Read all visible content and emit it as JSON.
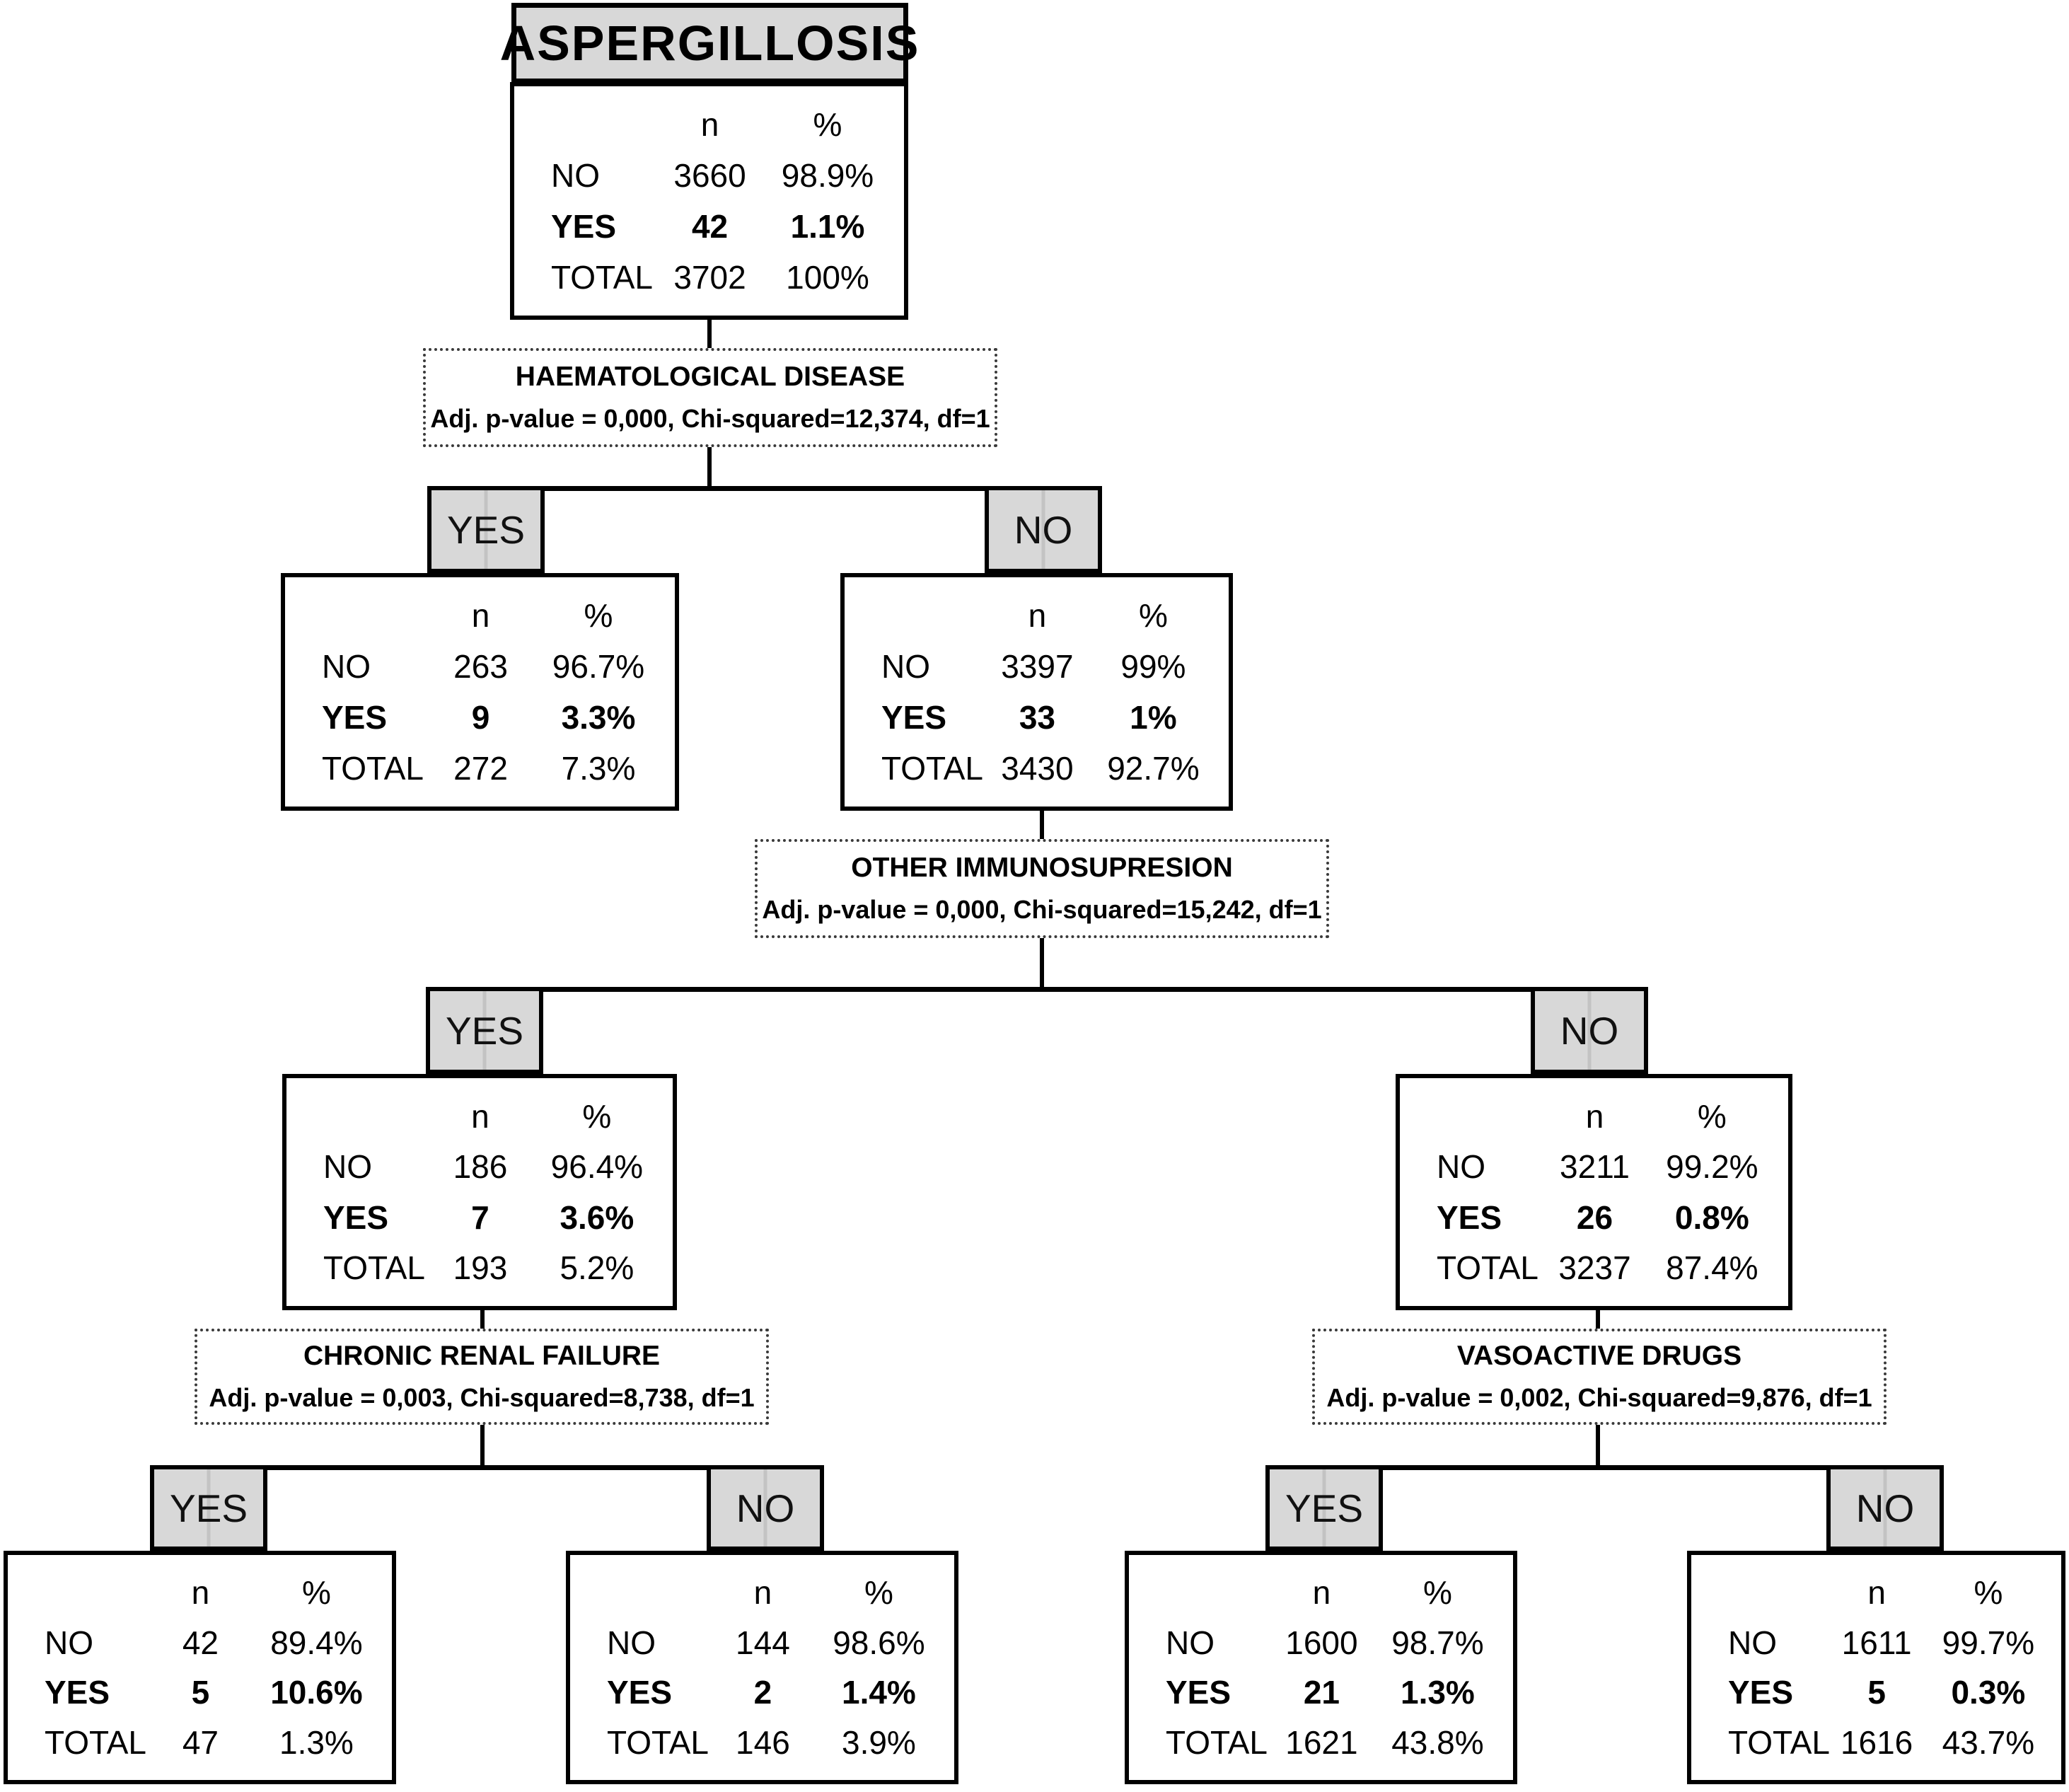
{
  "table_headers": {
    "n": "n",
    "pct": "%"
  },
  "root": {
    "title": "ASPERGILLOSIS",
    "rows": [
      {
        "label": "NO",
        "n": "3660",
        "pct": "98.9%"
      },
      {
        "label": "YES",
        "n": "42",
        "pct": "1.1%"
      },
      {
        "label": "TOTAL",
        "n": "3702",
        "pct": "100%"
      }
    ]
  },
  "splits": [
    {
      "variable": "HAEMATOLOGICAL DISEASE",
      "stats": "Adj. p-value = 0,000, Chi-squared=12,374, df=1"
    },
    {
      "variable": "OTHER IMMUNOSUPRESION",
      "stats": "Adj. p-value = 0,000, Chi-squared=15,242, df=1"
    },
    {
      "variable": "CHRONIC RENAL FAILURE",
      "stats": "Adj. p-value = 0,003, Chi-squared=8,738, df=1"
    },
    {
      "variable": "VASOACTIVE DRUGS",
      "stats": "Adj. p-value = 0,002, Chi-squared=9,876, df=1"
    }
  ],
  "nodes": [
    {
      "branch": "YES",
      "split": "HAEMATOLOGICAL DISEASE",
      "rows": [
        {
          "label": "NO",
          "n": "263",
          "pct": "96.7%"
        },
        {
          "label": "YES",
          "n": "9",
          "pct": "3.3%"
        },
        {
          "label": "TOTAL",
          "n": "272",
          "pct": "7.3%"
        }
      ]
    },
    {
      "branch": "NO",
      "split": "HAEMATOLOGICAL DISEASE",
      "rows": [
        {
          "label": "NO",
          "n": "3397",
          "pct": "99%"
        },
        {
          "label": "YES",
          "n": "33",
          "pct": "1%"
        },
        {
          "label": "TOTAL",
          "n": "3430",
          "pct": "92.7%"
        }
      ]
    },
    {
      "branch": "YES",
      "split": "OTHER IMMUNOSUPRESION",
      "rows": [
        {
          "label": "NO",
          "n": "186",
          "pct": "96.4%"
        },
        {
          "label": "YES",
          "n": "7",
          "pct": "3.6%"
        },
        {
          "label": "TOTAL",
          "n": "193",
          "pct": "5.2%"
        }
      ]
    },
    {
      "branch": "NO",
      "split": "OTHER IMMUNOSUPRESION",
      "rows": [
        {
          "label": "NO",
          "n": "3211",
          "pct": "99.2%"
        },
        {
          "label": "YES",
          "n": "26",
          "pct": "0.8%"
        },
        {
          "label": "TOTAL",
          "n": "3237",
          "pct": "87.4%"
        }
      ]
    },
    {
      "branch": "YES",
      "split": "CHRONIC RENAL FAILURE",
      "rows": [
        {
          "label": "NO",
          "n": "42",
          "pct": "89.4%"
        },
        {
          "label": "YES",
          "n": "5",
          "pct": "10.6%"
        },
        {
          "label": "TOTAL",
          "n": "47",
          "pct": "1.3%"
        }
      ]
    },
    {
      "branch": "NO",
      "split": "CHRONIC RENAL FAILURE",
      "rows": [
        {
          "label": "NO",
          "n": "144",
          "pct": "98.6%"
        },
        {
          "label": "YES",
          "n": "2",
          "pct": "1.4%"
        },
        {
          "label": "TOTAL",
          "n": "146",
          "pct": "3.9%"
        }
      ]
    },
    {
      "branch": "YES",
      "split": "VASOACTIVE DRUGS",
      "rows": [
        {
          "label": "NO",
          "n": "1600",
          "pct": "98.7%"
        },
        {
          "label": "YES",
          "n": "21",
          "pct": "1.3%"
        },
        {
          "label": "TOTAL",
          "n": "1621",
          "pct": "43.8%"
        }
      ]
    },
    {
      "branch": "NO",
      "split": "VASOACTIVE DRUGS",
      "rows": [
        {
          "label": "NO",
          "n": "1611",
          "pct": "99.7%"
        },
        {
          "label": "YES",
          "n": "5",
          "pct": "0.3%"
        },
        {
          "label": "TOTAL",
          "n": "1616",
          "pct": "43.7%"
        }
      ]
    }
  ],
  "colors": {
    "node_fill": "#ffffff",
    "header_fill": "#d8d8d8",
    "border": "#000000"
  }
}
